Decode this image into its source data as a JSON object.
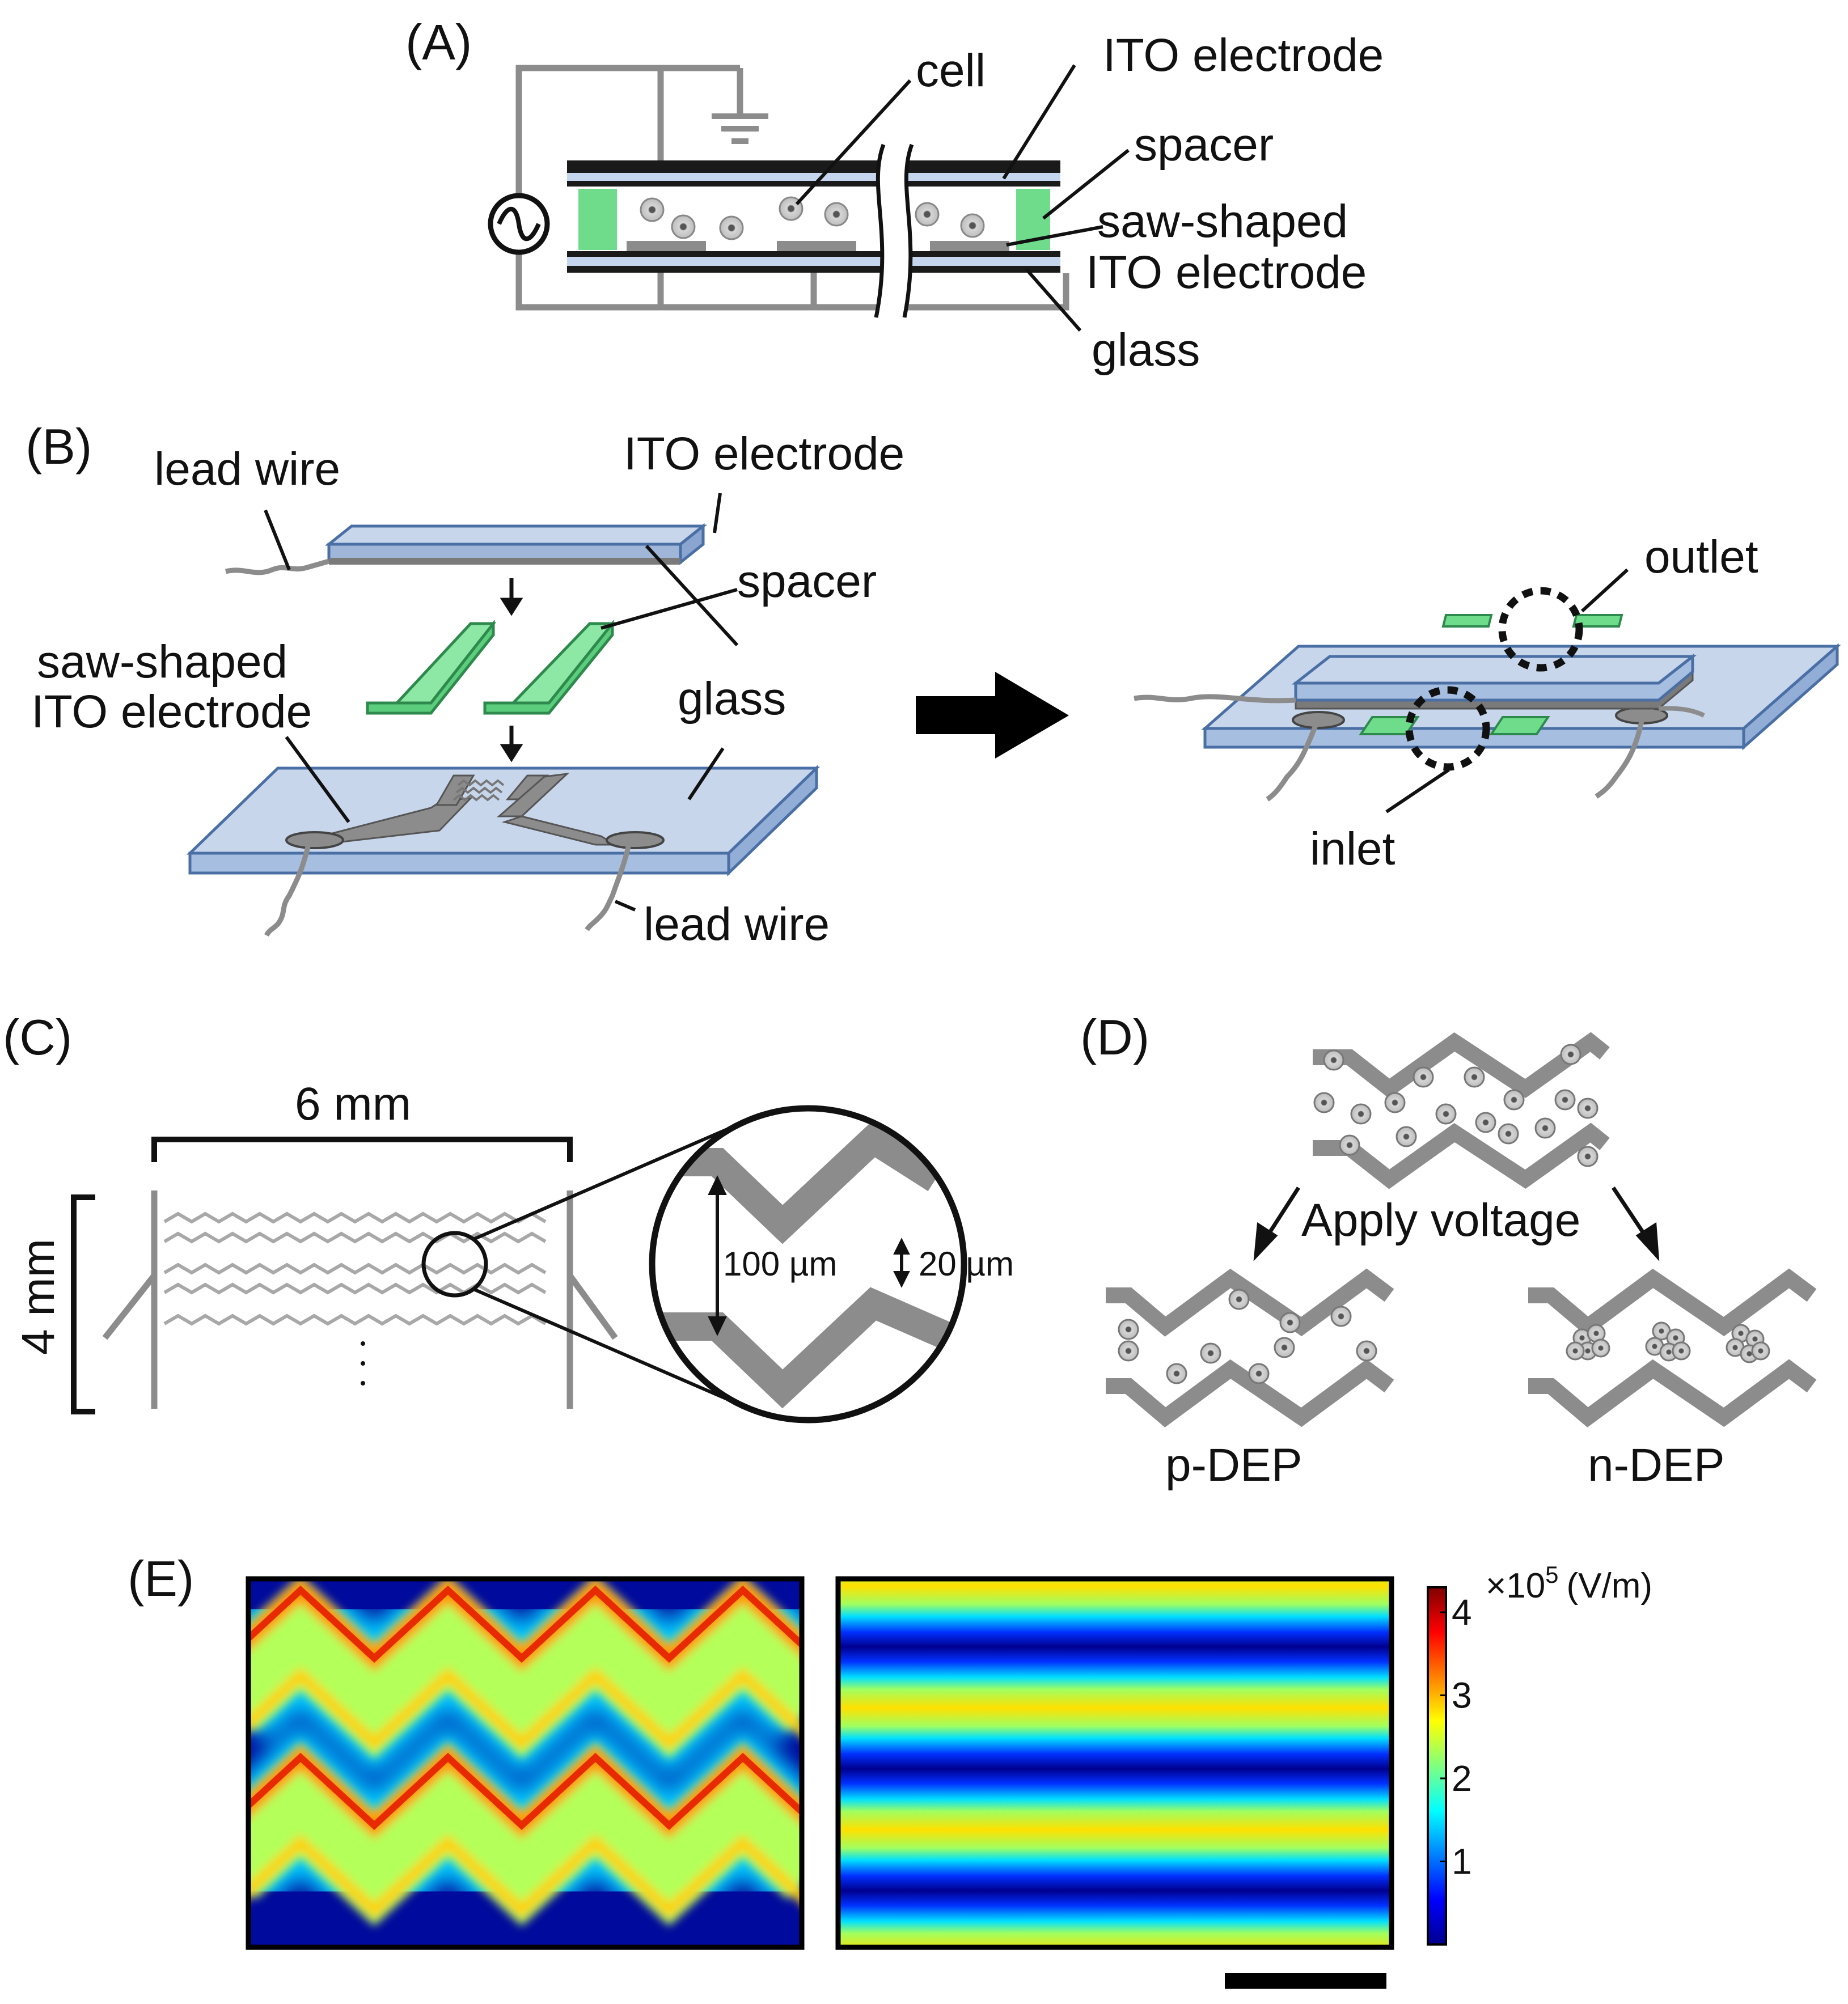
{
  "panels": {
    "A": {
      "tag": "(A)",
      "labels": {
        "cell": "cell",
        "ito_electrode_top": "ITO electrode",
        "spacer": "spacer",
        "saw_shaped_line1": "saw-shaped",
        "saw_shaped_line2": "ITO electrode",
        "glass": "glass"
      }
    },
    "B": {
      "tag": "(B)",
      "labels": {
        "lead_wire_top": "lead wire",
        "ito_electrode": "ITO electrode",
        "spacer": "spacer",
        "saw_shaped_line1": "saw-shaped",
        "saw_shaped_line2": "ITO electrode",
        "glass": "glass",
        "lead_wire_bottom": "lead wire",
        "outlet": "outlet",
        "inlet": "inlet"
      }
    },
    "C": {
      "tag": "(C)",
      "labels": {
        "width": "6 mm",
        "height": "4 mm",
        "gap": "100 µm",
        "line_width": "20 µm"
      }
    },
    "D": {
      "tag": "(D)",
      "labels": {
        "apply_voltage": "Apply voltage",
        "p_dep": "p-DEP",
        "n_dep": "n-DEP"
      }
    },
    "E": {
      "tag": "(E)",
      "colorbar": {
        "unit_prefix": "×10",
        "unit_exponent": "5",
        "unit": "(V/m)",
        "ticks": [
          "1",
          "2",
          "3",
          "4"
        ],
        "range": [
          0,
          4.3
        ]
      }
    }
  },
  "colors": {
    "electrode": "#8c8c8c",
    "spacer": "#6fdc8c",
    "glass": "#c5d5ee",
    "glass_edge": "#5c7fb5",
    "ito": "#1a1a1a"
  }
}
